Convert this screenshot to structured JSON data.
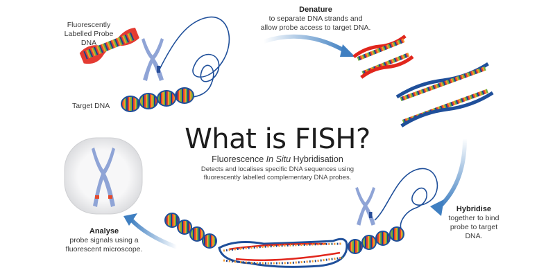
{
  "title": "What is FISH?",
  "subtitle": {
    "pre": "Fluorescence ",
    "italic": "In Situ",
    "post": " Hybridisation"
  },
  "description": [
    "Detects and localises specific DNA sequences using",
    "fluorescently labelled complementary DNA probes."
  ],
  "labels": {
    "probe": [
      "Fluorescently",
      "Labelled Probe",
      "DNA"
    ],
    "target": "Target DNA"
  },
  "steps": [
    {
      "name": "Denature",
      "text": [
        "to separate DNA strands and",
        "allow probe access to target DNA."
      ]
    },
    {
      "name": "Hybridise",
      "text": [
        "together to bind",
        "probe to target",
        "DNA."
      ]
    },
    {
      "name": "Analyse",
      "text": [
        "probe signals using a",
        "fluorescent microscope."
      ]
    }
  ],
  "colors": {
    "arrow": "#3f7fc1",
    "dna_backbone": "#1f4f9a",
    "probe_red": "#e1261c",
    "chromosome": "#8fa4d6",
    "base_colors": [
      "#e2402e",
      "#f39a2c",
      "#6db33f",
      "#1d3f8f"
    ]
  }
}
